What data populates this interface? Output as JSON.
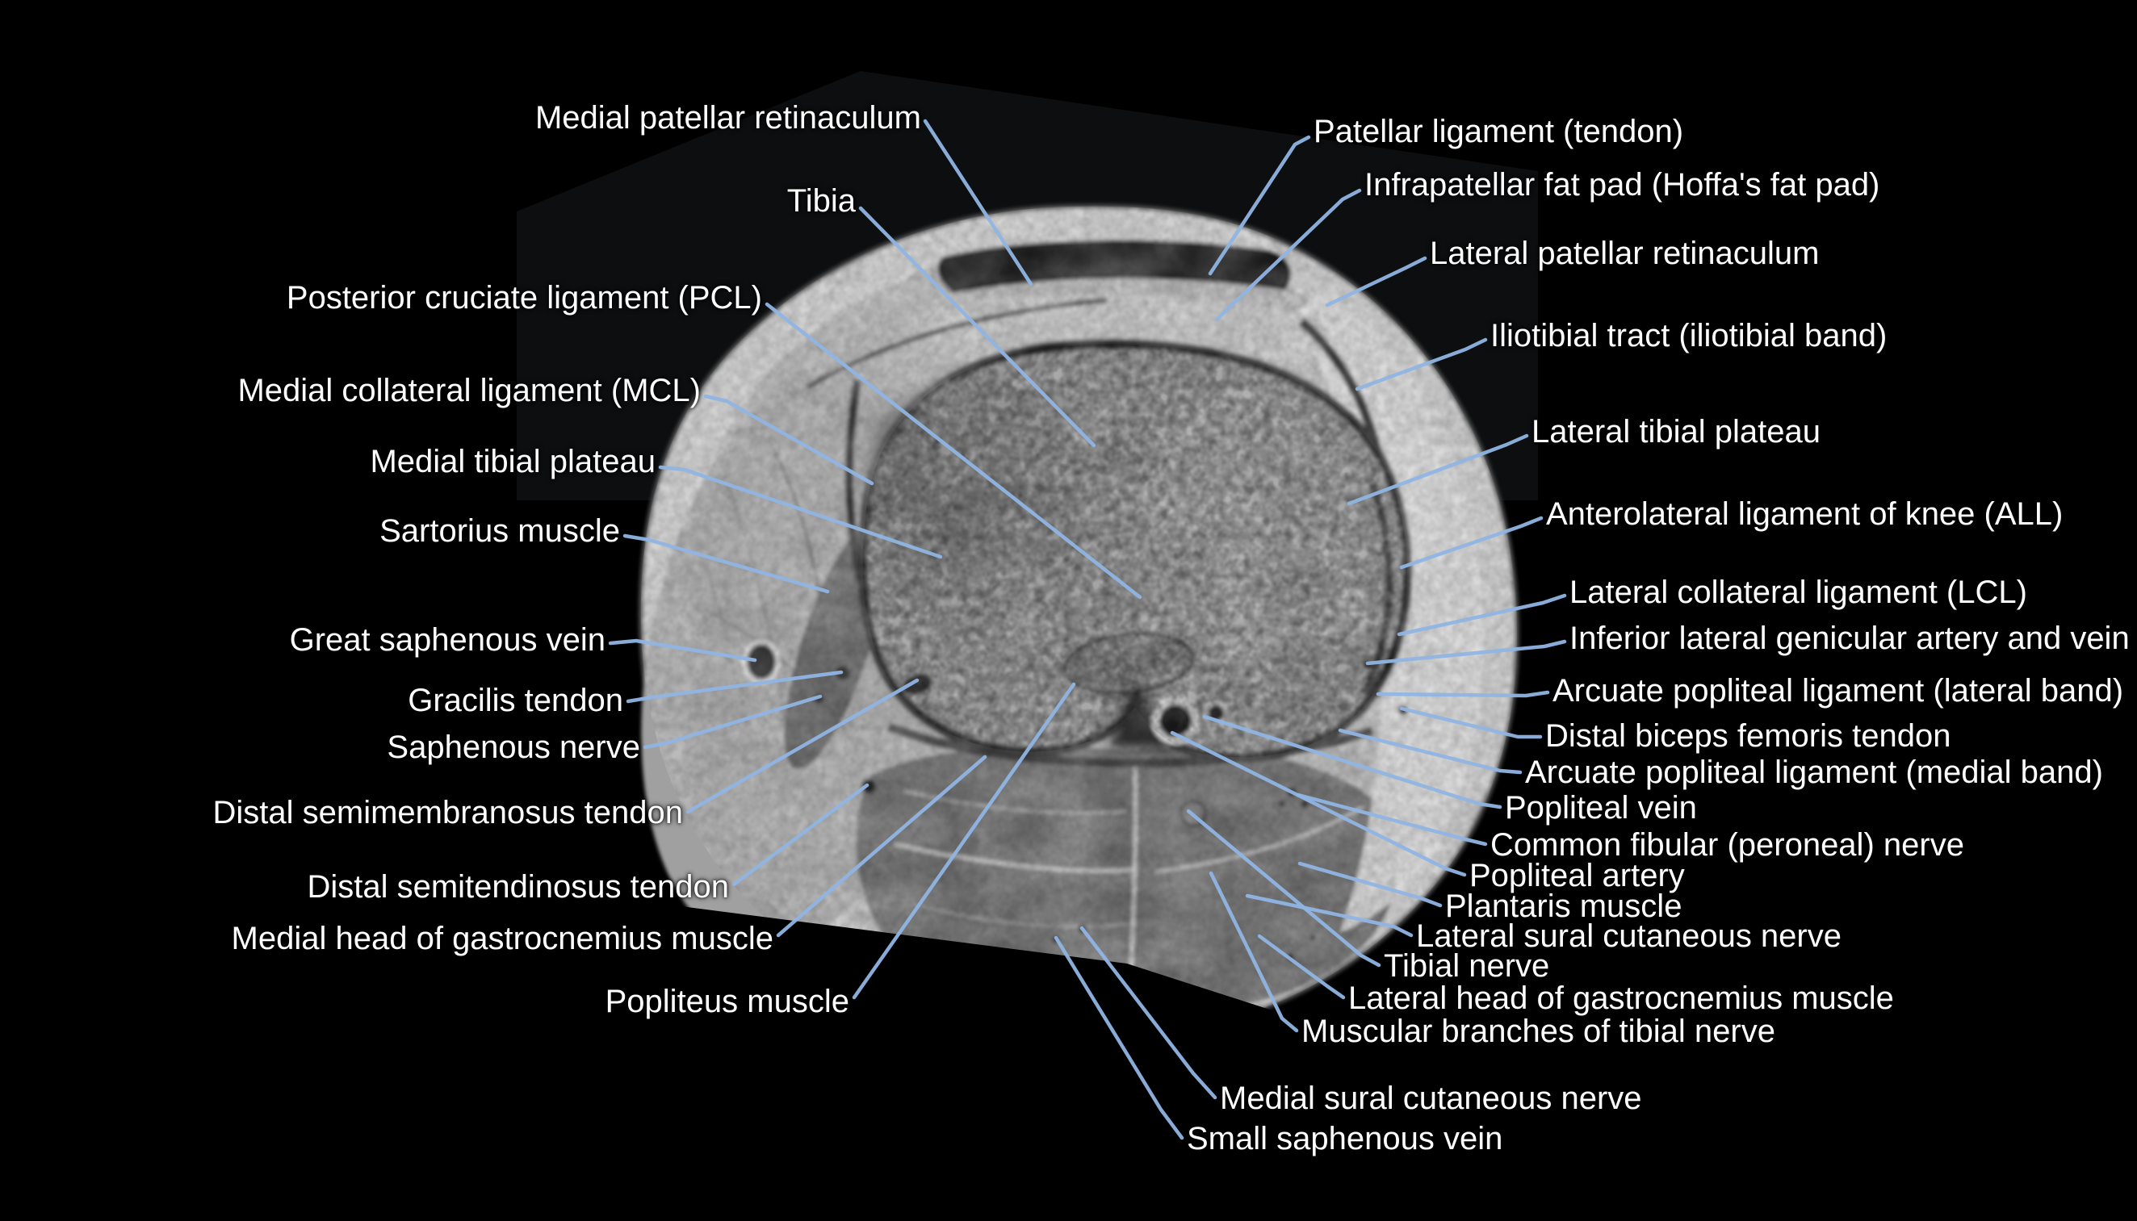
{
  "figure": {
    "type": "annotated-mri",
    "modality_text": "",
    "colors": {
      "background": "#000000",
      "label_text": "#ffffff",
      "leader_line": "#8fb5e3"
    }
  },
  "labels": [
    {
      "text": "Medial patellar retinaculum",
      "side": "left"
    },
    {
      "text": "Tibia",
      "side": "left"
    },
    {
      "text": "Posterior cruciate ligament (PCL)",
      "side": "left"
    },
    {
      "text": "Medial collateral ligament (MCL)",
      "side": "left"
    },
    {
      "text": "Medial tibial plateau",
      "side": "left"
    },
    {
      "text": "Sartorius muscle",
      "side": "left"
    },
    {
      "text": "Great saphenous vein",
      "side": "left"
    },
    {
      "text": "Gracilis tendon",
      "side": "left"
    },
    {
      "text": "Saphenous nerve",
      "side": "left"
    },
    {
      "text": "Distal semimembranosus tendon",
      "side": "left"
    },
    {
      "text": "Distal semitendinosus tendon",
      "side": "left"
    },
    {
      "text": "Medial head of gastrocnemius muscle",
      "side": "left"
    },
    {
      "text": "Popliteus muscle",
      "side": "left"
    },
    {
      "text": "Patellar ligament (tendon)",
      "side": "right"
    },
    {
      "text": "Infrapatellar fat pad (Hoffa's fat pad)",
      "side": "right"
    },
    {
      "text": "Lateral patellar retinaculum",
      "side": "right"
    },
    {
      "text": "Iliotibial tract (iliotibial band)",
      "side": "right"
    },
    {
      "text": "Lateral tibial plateau",
      "side": "right"
    },
    {
      "text": "Anterolateral ligament of knee (ALL)",
      "side": "right"
    },
    {
      "text": "Lateral collateral ligament (LCL)",
      "side": "right"
    },
    {
      "text": "Inferior lateral genicular artery and vein",
      "side": "right"
    },
    {
      "text": "Arcuate popliteal ligament (lateral band)",
      "side": "right"
    },
    {
      "text": "Distal biceps femoris tendon",
      "side": "right"
    },
    {
      "text": "Arcuate popliteal ligament (medial band)",
      "side": "right"
    },
    {
      "text": "Popliteal vein",
      "side": "right"
    },
    {
      "text": "Common fibular (peroneal) nerve",
      "side": "right"
    },
    {
      "text": "Popliteal artery",
      "side": "right"
    },
    {
      "text": "Plantaris muscle",
      "side": "right"
    },
    {
      "text": "Lateral sural cutaneous nerve",
      "side": "right"
    },
    {
      "text": "Tibial nerve",
      "side": "right"
    },
    {
      "text": "Lateral head of gastrocnemius muscle",
      "side": "right"
    },
    {
      "text": "Muscular branches of tibial nerve",
      "side": "right"
    },
    {
      "text": "Medial sural cutaneous nerve",
      "side": "bottom"
    },
    {
      "text": "Small saphenous vein",
      "side": "bottom"
    }
  ]
}
